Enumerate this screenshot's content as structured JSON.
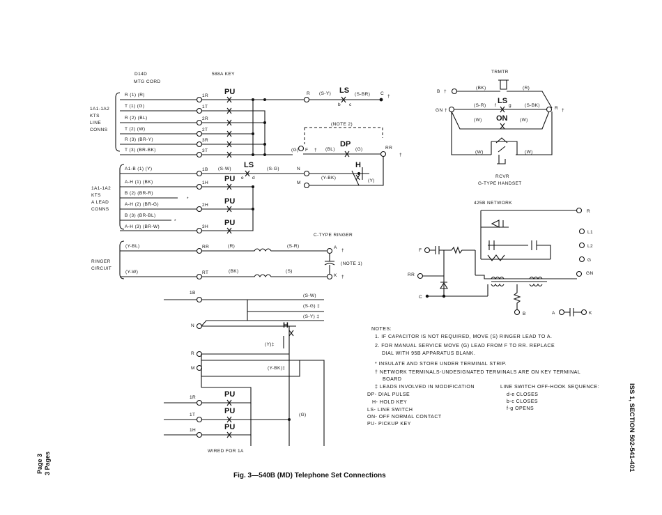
{
  "caption": "Fig. 3—540B (MD) Telephone Set Connections",
  "header_right": "ISS 1, SECTION 502-541-401",
  "footer_left": [
    "Page 3",
    "3 Pages"
  ],
  "top_labels": {
    "d14d": "D14D",
    "mtg_cord": "MTG CORD",
    "key588a": "588A KEY",
    "trmtr": "TRMTR"
  },
  "kts_groups": [
    {
      "label": [
        "1A1-1A2",
        "KTS",
        "LINE",
        "CONNS"
      ]
    },
    {
      "label": [
        "1A1-1A2",
        "KTS",
        "A LEAD",
        "CONNS"
      ]
    },
    {
      "label": [
        "RINGER",
        "CIRCUIT"
      ]
    }
  ],
  "cord_leads_1": [
    "R (1) (R)",
    "T (1) (G)",
    "R (2) (BL)",
    "T (2) (W)",
    "R (3) (BR-Y)",
    "T (3) (BR-BK)"
  ],
  "key_terms_1": [
    "1R",
    "1T",
    "2R",
    "2T",
    "3R",
    "3T"
  ],
  "cord_leads_2": [
    "A1-B (1) (Y)",
    "A-H (1) (BK)",
    "B (2) (BR-R)",
    "A-H (2) (BR-G)",
    "B (3) (BR-BL)",
    "A-H (3) (BR-W)"
  ],
  "key_terms_2": [
    "1B",
    "1H",
    "2H",
    "3H"
  ],
  "ringer_leads": [
    "(Y-BL)",
    "(Y-W)"
  ],
  "ringer_terms": [
    "RR",
    "RT"
  ],
  "pu": "PU",
  "ls": "LS",
  "dp": "DP",
  "h": "H",
  "on": "ON",
  "wire": {
    "r": "R",
    "sy": "(S-Y)",
    "sbr": "(S-BR)",
    "c": "C",
    "b": "b",
    "cc": "c",
    "note2": "(NOTE 2)",
    "g": "(G)",
    "f": "F",
    "bl": "(BL)",
    "gg": "(G)",
    "rr": "RR",
    "sw": "(S-W)",
    "sg": "(S-G)",
    "n": "N",
    "m": "M",
    "e": "e",
    "d": "d",
    "ybk": "(Y-BK)",
    "y": "(Y)",
    "ctype": "C-TYPE RINGER",
    "rr_ring": "(R)",
    "sr": "(S-R)",
    "a": "A",
    "bk": "(BK)",
    "s": "(S)",
    "k": "K",
    "note1": "(NOTE 1)",
    "dagger": "†",
    "star": "*"
  },
  "handset": {
    "b": "B",
    "gn": "GN",
    "r": "R",
    "bk": "(BK)",
    "rr": "(R)",
    "sr": "(S-R)",
    "sbk": "(S-BK)",
    "f": "f",
    "g": "g",
    "w1": "(W)",
    "w2": "(W)",
    "w3": "(W)",
    "w4": "(W)",
    "rcvr": "RCVR",
    "gtype": "G-TYPE HANDSET"
  },
  "network": {
    "title": "425B NETWORK",
    "r": "R",
    "l1": "L1",
    "l2": "L2",
    "g": "G",
    "gn": "GN",
    "f": "F",
    "rr": "RR",
    "c": "C",
    "b": "B",
    "a": "A",
    "k": "K"
  },
  "lower": {
    "ib": "1B",
    "sw": "(S-W)",
    "sg": "(S-G) ‡",
    "sy": "(S-Y) ‡",
    "n": "N",
    "h": "H",
    "y": "(Y)‡",
    "r": "R",
    "m": "M",
    "ybk": "(Y-BK)‡",
    "ir": "1R",
    "it": "1T",
    "ih": "1H",
    "g": "(G)",
    "wired": "WIRED FOR 1A"
  },
  "notes": {
    "title": "NOTES:",
    "n1": "1. IF CAPACITOR IS NOT REQUIRED, MOVE (S) RINGER LEAD TO A.",
    "n2a": "2. FOR MANUAL SERVICE MOVE (G) LEAD FROM F TO RR. REPLACE",
    "n2b": "DIAL WITH 95B APPARATUS BLANK.",
    "star": "* INSULATE AND STORE UNDER TERMINAL STRIP.",
    "daggera": "† NETWORK TERMINALS-UNDESIGNATED TERMINALS ARE ON KEY TERMINAL",
    "daggerb": "BOARD",
    "ddagger": "‡ LEADS INVOLVED IN MODIFICATION",
    "dp": "DP- DIAL PULSE",
    "h": "H- HOLD KEY",
    "ls": "LS- LINE SWITCH",
    "on": "ON- OFF NORMAL CONTACT",
    "pu": "PU- PICKUP KEY",
    "seq_title": "LINE SWITCH OFF-HOOK SEQUENCE:",
    "seq1": "d-e CLOSES",
    "seq2": "b-c CLOSES",
    "seq3": "f-g OPENS"
  }
}
